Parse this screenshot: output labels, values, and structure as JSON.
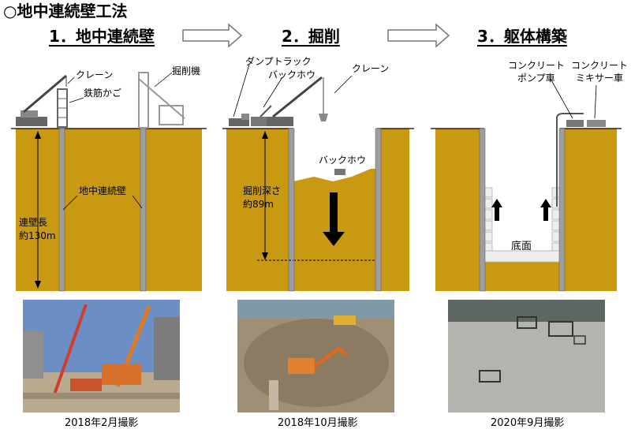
{
  "title": "○地中連続壁工法",
  "steps": [
    {
      "label": "1．地中連続壁"
    },
    {
      "label": "2．掘削"
    },
    {
      "label": "3．躯体構築"
    }
  ],
  "panel1": {
    "crane": "クレーン",
    "rebar_cage": "鉄筋かご",
    "excavator_machine": "掘削機",
    "wall_label": "地中連続壁",
    "wall_length_1": "連壁長",
    "wall_length_2": "約130m"
  },
  "panel2": {
    "dump_truck": "ダンプトラック",
    "backhoe_top": "バックホウ",
    "crane": "クレーン",
    "backhoe_pit": "バックホウ",
    "depth_1": "掘削深さ",
    "depth_2": "約89m"
  },
  "panel3": {
    "pump_1": "コンクリート",
    "pump_2": "ポンプ車",
    "mixer_1": "コンクリート",
    "mixer_2": "ミキサー車",
    "bottom": "底面"
  },
  "captions": [
    "2018年2月撮影",
    "2018年10月撮影",
    "2020年9月撮影"
  ],
  "colors": {
    "ground": "#C99A11",
    "wall": "#9E9E9E",
    "ink": "#000000"
  }
}
